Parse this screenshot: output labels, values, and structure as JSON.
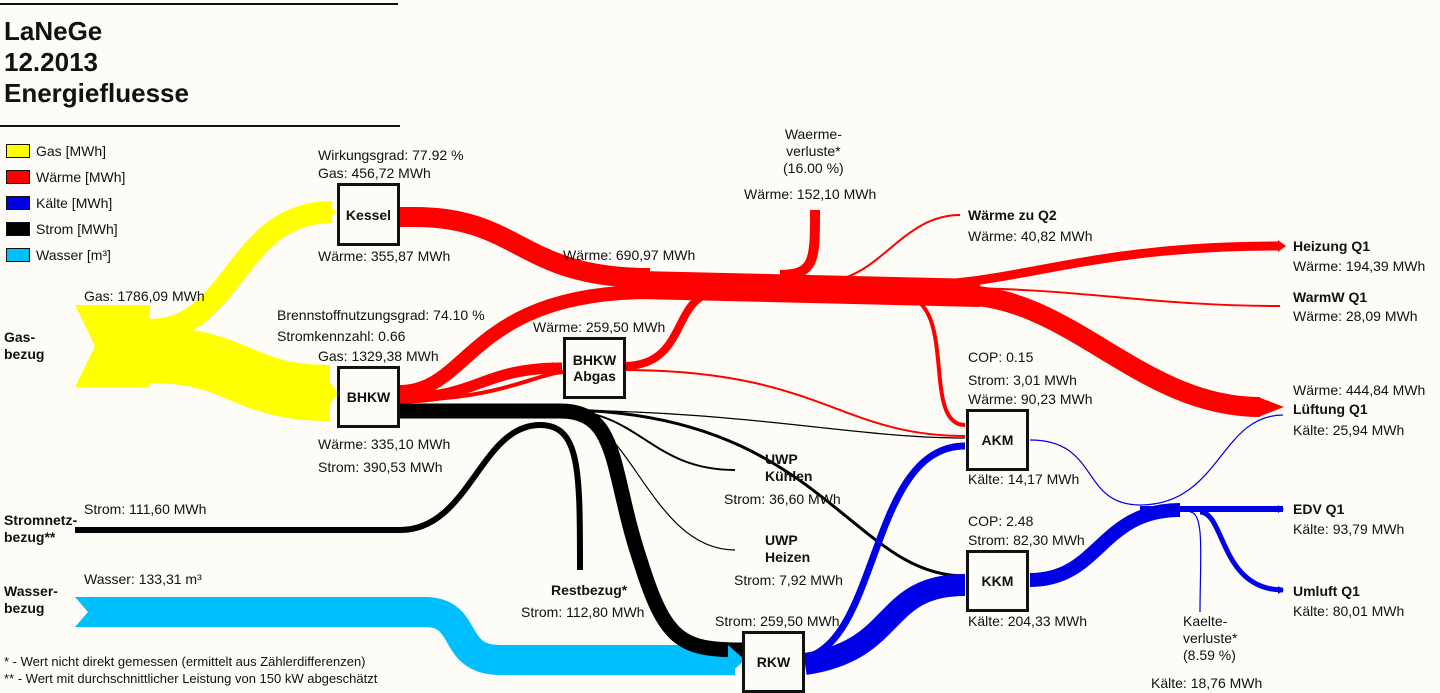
{
  "title": {
    "line1": "LaNeGe",
    "line2": "12.2013",
    "line3": "Energiefluesse"
  },
  "legend": [
    {
      "label": "Gas [MWh]",
      "color": "#ffff00"
    },
    {
      "label": "Wärme [MWh]",
      "color": "#ff0000"
    },
    {
      "label": "Kälte [MWh]",
      "color": "#0000e6"
    },
    {
      "label": "Strom [MWh]",
      "color": "#000000"
    },
    {
      "label": "Wasser [m³]",
      "color": "#00bfff"
    }
  ],
  "sources": {
    "gas": {
      "label": "Gas-\nbezug",
      "value": "Gas: 1786,09 MWh"
    },
    "strom": {
      "label": "Stromnetz-\nbezug**",
      "value": "Strom: 111,60 MWh"
    },
    "wasser": {
      "label": "Wasser-\nbezug",
      "value": "Wasser: 133,31 m³"
    }
  },
  "nodes": {
    "kessel": {
      "label": "Kessel",
      "eff": "Wirkungsgrad: 77.92 %",
      "gas": "Gas: 456,72 MWh",
      "waerme": "Wärme: 355,87 MWh"
    },
    "bhkw": {
      "label": "BHKW",
      "nutz": "Brennstoffnutzungsgrad: 74.10 %",
      "kennzahl": "Stromkennzahl: 0.66",
      "gas": "Gas: 1329,38 MWh",
      "waerme": "Wärme: 335,10 MWh",
      "strom": "Strom: 390,53 MWh"
    },
    "bhkw_abgas": {
      "label": "BHKW\nAbgas",
      "waerme": "Wärme: 259,50 MWh"
    },
    "akm": {
      "label": "AKM",
      "cop": "COP: 0.15",
      "strom": "Strom: 3,01 MWh",
      "waerme": "Wärme: 90,23 MWh",
      "kaelte": "Kälte: 14,17 MWh"
    },
    "kkm": {
      "label": "KKM",
      "cop": "COP: 2.48",
      "strom": "Strom: 82,30 MWh",
      "kaelte": "Kälte: 204,33 MWh"
    },
    "rkw": {
      "label": "RKW",
      "strom": "Strom: 259,50 MWh"
    }
  },
  "flows": {
    "waerme_main": "Wärme: 690,97 MWh",
    "waermeverluste": {
      "label": "Waerme-\nverluste*\n(16.00 %)",
      "value": "Wärme: 152,10 MWh"
    },
    "uwp_kuehlen": {
      "label": "UWP\nKühlen",
      "value": "Strom: 36,60 MWh"
    },
    "uwp_heizen": {
      "label": "UWP\nHeizen",
      "value": "Strom: 7,92 MWh"
    },
    "restbezug": {
      "label": "Restbezug*",
      "value": "Strom: 112,80 MWh"
    },
    "kaelteverluste": {
      "label": "Kaelte-\nverluste*\n(8.59 %)",
      "value": "Kälte: 18,76 MWh"
    }
  },
  "sinks": {
    "waerme_q2": {
      "label": "Wärme zu Q2",
      "value": "Wärme: 40,82 MWh"
    },
    "heizung_q1": {
      "label": "Heizung Q1",
      "value": "Wärme: 194,39 MWh"
    },
    "warmw_q1": {
      "label": "WarmW Q1",
      "value": "Wärme: 28,09 MWh"
    },
    "lueftung_q1": {
      "label": "Lüftung Q1",
      "waerme": "Wärme: 444,84 MWh",
      "kaelte": "Kälte: 25,94 MWh"
    },
    "edv_q1": {
      "label": "EDV Q1",
      "value": "Kälte: 93,79 MWh"
    },
    "umluft_q1": {
      "label": "Umluft Q1",
      "value": "Kälte: 80,01 MWh"
    }
  },
  "notes": {
    "n1": "* - Wert nicht direkt gemessen (ermittelt aus Zählerdifferenzen)",
    "n2": "** - Wert mit durchschnittlicher Leistung von 150 kW abgeschätzt"
  }
}
